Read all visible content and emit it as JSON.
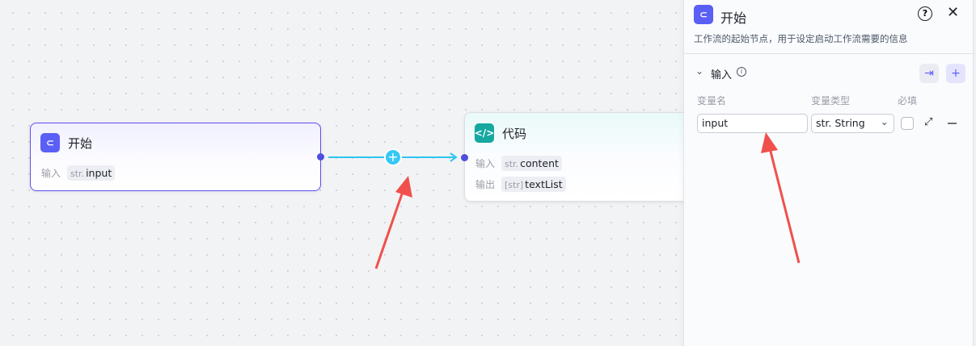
{
  "canvas": {
    "start_node": {
      "title": "开始",
      "input_label": "输入",
      "input_type": "str.",
      "input_name": "input"
    },
    "code_node": {
      "title": "代码",
      "input_label": "输入",
      "input_type": "str.",
      "input_name": "content",
      "output_label": "输出",
      "output_type": "[str]",
      "output_name": "textList"
    }
  },
  "panel": {
    "title": "开始",
    "description": "工作流的起始节点，用于设定启动工作流需要的信息",
    "section_title": "输入",
    "columns": [
      "变量名",
      "变量类型",
      "必填"
    ],
    "variables": [
      {
        "name": "input",
        "type": "str. String",
        "required": false
      }
    ]
  },
  "colors": {
    "accent": "#5a4ff5",
    "edge": "#2ec5f0",
    "code": "#14a8a0",
    "annotation": "#f0504c"
  }
}
